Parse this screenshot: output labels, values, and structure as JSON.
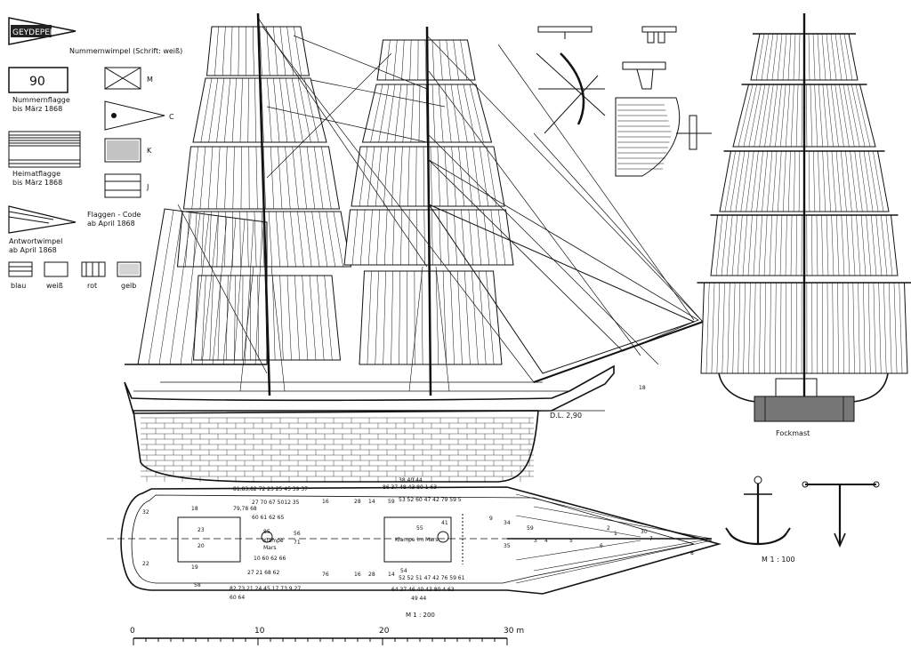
{
  "legend": {
    "pennant_label": "Nummernwimpel (Schrift: weiß)",
    "pennant_text": "GEYDEPEL",
    "number_flag_value": "90",
    "number_flag_label_1": "Nummernflagge",
    "number_flag_label_2": "bis März 1868",
    "home_flag_label_1": "Heimatflagge",
    "home_flag_label_2": "bis März 1868",
    "answer_pennant_label_1": "Antwortwimpel",
    "answer_pennant_label_2": "ab April 1868",
    "flag_code_label_1": "Flaggen - Code",
    "flag_code_label_2": "ab April 1868",
    "code_letters": [
      "M",
      "C",
      "K",
      "J"
    ],
    "colors": [
      "blau",
      "weiß",
      "rot",
      "gelb"
    ]
  },
  "side_view": {
    "waterline_label": "D.L. 2,90",
    "mark": "18"
  },
  "front_view": {
    "label": "Fockmast"
  },
  "deck_plan": {
    "scale_label": "M 1 : 200",
    "labels_main": [
      "Klampe",
      "Klampe im Mars",
      "Mars"
    ],
    "nums_top_1": "81,83,82 72 23 25 45  39 37",
    "nums_top_2": "27 70 67 5012  35",
    "nums_top_3": "79,78  68",
    "nums_mid_a": "60 61 62 65",
    "nums_fore_top_1": "38 40 44",
    "nums_fore_top_2": "86 37    48 43 80 1 63",
    "nums_fore_top_3": "53 52 60 47 42 79 59 5",
    "nums_bot_1": "27 21 68 62",
    "nums_bot_2": "10 60 62 66",
    "nums_bot_3": "82 73 21 24 45 17 73 9 27",
    "nums_bot_4": "60 64",
    "nums_fore_bot_1": "54",
    "nums_fore_bot_2": "52 52 51 47 42 76 59 61",
    "nums_fore_bot_3": "64 37 46 40 43 80 4 63",
    "nums_fore_bot_4": "49 44",
    "scattered": [
      "32",
      "18",
      "23",
      "20",
      "22",
      "19",
      "58",
      "85",
      "16",
      "28",
      "14",
      "59",
      "55",
      "41",
      "76",
      "16",
      "28",
      "14",
      "59",
      "2",
      "34",
      "35",
      "3",
      "4",
      "5",
      "6",
      "7",
      "8",
      "9",
      "1",
      "30",
      "56",
      "71"
    ]
  },
  "anchor_scale": "M 1 : 100",
  "scale_bar": {
    "ticks": [
      "0",
      "10",
      "20",
      "30 m"
    ]
  }
}
